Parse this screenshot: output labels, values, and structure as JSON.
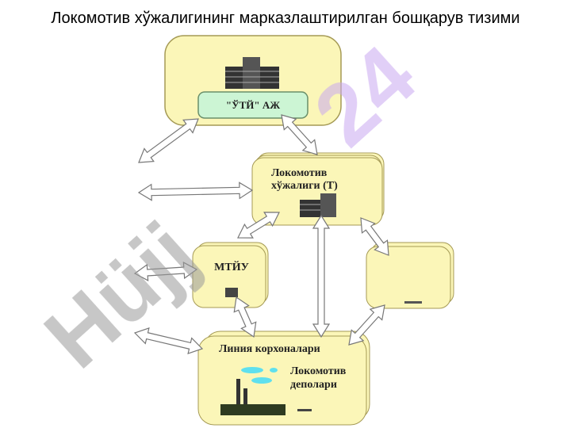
{
  "title": "Локомотив хўжалигининг марказлаштирилган бошқарув тизими",
  "nodes": {
    "uti": "\"ЎТЙ\" АЖ",
    "lok_line1": "Локомотив",
    "lok_line2": "хўжалиги (Т)",
    "mtiy": "МТЙУ",
    "linia": "Линия корхоналари",
    "depo_line1": "Локомотив",
    "depo_line2": "деполари"
  },
  "watermark": "Hüjjat24",
  "colors": {
    "box": "#fbf6b8",
    "green": "#ccf5d4",
    "watermark_grey": "#9a9a9a",
    "watermark_purple": "#c9a8f0",
    "smoke": "#5fe0ee"
  }
}
